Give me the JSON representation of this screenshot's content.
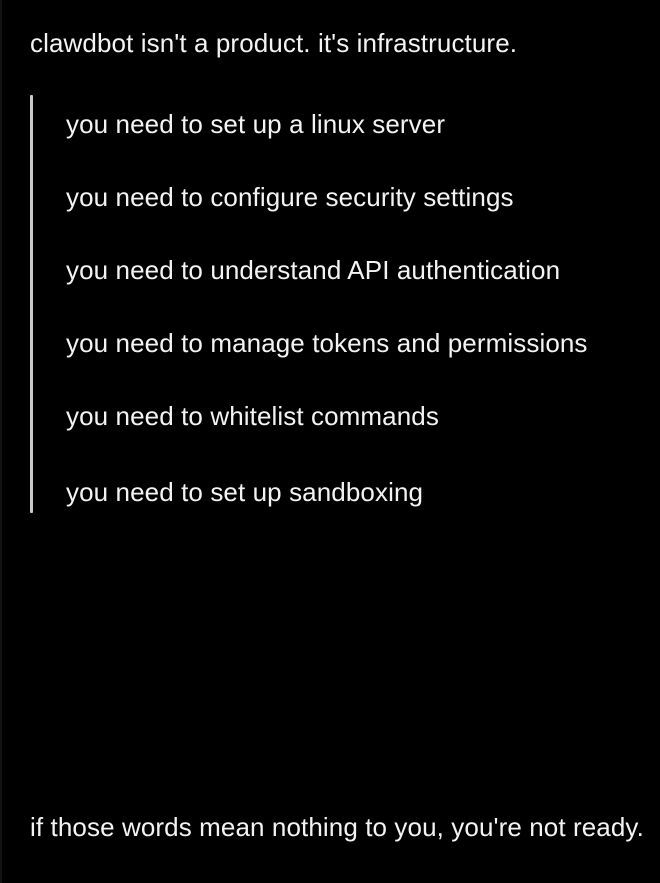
{
  "post": {
    "lead_paragraph": "clawdbot isn't a product. it's infrastructure.",
    "closing_paragraph": "if those words mean nothing to you, you're not ready.",
    "quotes": [
      {
        "text": "you need to set up a linux server",
        "rule_height": 95
      },
      {
        "text": "you need to configure security settings",
        "rule_height": 95
      },
      {
        "text": "you need to understand API authentication",
        "rule_height": 95
      },
      {
        "text": "you need to manage tokens and permissions",
        "rule_height": 95
      },
      {
        "text": "you need to whitelist commands",
        "rule_height": 95
      },
      {
        "text": "you need to set up sandboxing",
        "rule_height": 50
      }
    ]
  },
  "colors": {
    "background": "#000000",
    "text": "#f3f3f3",
    "quote_rule": "#c9c9c9",
    "left_edge": "#121212"
  }
}
